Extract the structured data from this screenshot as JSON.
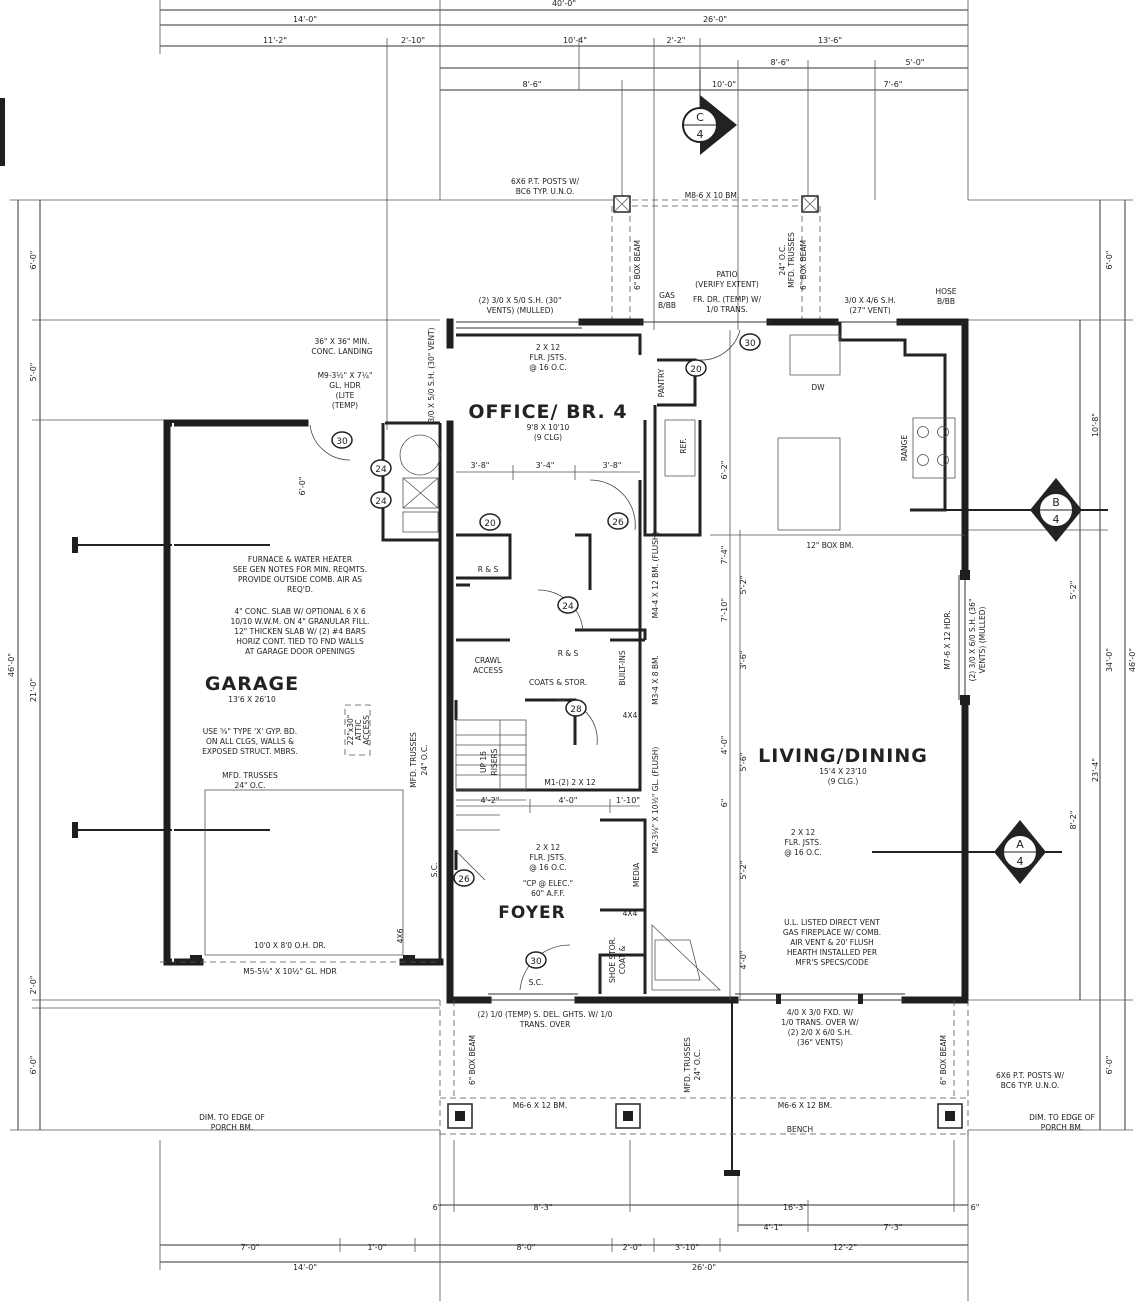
{
  "rooms": {
    "office": "OFFICE/ BR. 4",
    "office_size": "9'8 X 10'10",
    "office_clg": "(9 CLG)",
    "garage": "GARAGE",
    "garage_size": "13'6 X 26'10",
    "living": "LIVING/DINING",
    "living_size": "15'4 X 23'10",
    "living_clg": "(9 CLG.)",
    "foyer": "FOYER"
  },
  "top_dims": {
    "overall": "40'-0\"",
    "left": "14'-0\"",
    "right": "26'-0\"",
    "row2": [
      "11'-2\"",
      "2'-10\"",
      "10'-4\"",
      "2'-2\"",
      "13'-6\""
    ],
    "row3": [
      "8'-6\"",
      "5'-0\""
    ],
    "row4": [
      "8'-6\"",
      "10'-0\"",
      "7'-6\""
    ]
  },
  "bottom_dims": {
    "row1": [
      "6\"",
      "8'-3\"",
      "16'-3\"",
      "6\""
    ],
    "row2": [
      "4'-1\"",
      "7'-3\""
    ],
    "row3": [
      "7'-0\"",
      "1'-0\"",
      "8'-0\"",
      "2'-0\"",
      "3'-10\"",
      "12'-2\""
    ],
    "row4": [
      "14'-0\"",
      "26'-0\""
    ]
  },
  "left_dims": [
    "6'-0\"",
    "5'-0\"",
    "6'-0\"",
    "21'-0\"",
    "2'-0\"",
    "6'-0\"",
    "46'-0\""
  ],
  "right_dims": [
    "6'-0\"",
    "10'-8\"",
    "5'-2\"",
    "8'-2\"",
    "6'-0\"",
    "34'-0\"",
    "23'-4\"",
    "46'-0\""
  ],
  "inner_dims": {
    "office_row": [
      "3'-8\"",
      "3'-4\"",
      "3'-8\""
    ],
    "stair_row": [
      "4'-2\"",
      "4'-0\"",
      "1'-10\""
    ],
    "living_col": [
      "6'-2\"",
      "7'-4\"",
      "5'-2\"",
      "7'-10\"",
      "3'-6\"",
      "4'-0\"",
      "5'-6\"",
      "6\"",
      "5'-2\"",
      "4'-0\""
    ]
  },
  "sections": [
    {
      "letter": "C",
      "sheet": "4"
    },
    {
      "letter": "B",
      "sheet": "4"
    },
    {
      "letter": "A",
      "sheet": "4"
    }
  ],
  "notes": {
    "posts_top": [
      "6X6 P.T. POSTS W/",
      "BC6 TYP. U.N.O."
    ],
    "beam_top": "M8-6 X 10 BM.",
    "box_beam": "6\" BOX BEAM",
    "mfd_trusses": "MFD. TRUSSES",
    "trusses_24": "24\" O.C.",
    "patio": [
      "PATIO",
      "(VERIFY EXTENT)"
    ],
    "patio_door": [
      "FR. DR. (TEMP) W/",
      "1/0 TRANS."
    ],
    "gas": [
      "GAS",
      "B/BB"
    ],
    "hose": [
      "HOSE",
      "B/BB"
    ],
    "window_top_left": [
      "(2) 3/0 X 5/0 S.H. (30\"",
      "VENTS) (MULLED)"
    ],
    "window_top_right": [
      "3/0 X 4/6 S.H.",
      "(27\" VENT)"
    ],
    "landing": [
      "36\" X 36\" MIN.",
      "CONC. LANDING"
    ],
    "landing_hdr": [
      "M9-3½\" X 7¼\"",
      "GL. HDR",
      "(LITE",
      "(TEMP)"
    ],
    "win_30vent": "3/0 X 5/0 S.H. (30\" VENT)",
    "flr_jsts": [
      "2 X 12",
      "FLR. JSTS.",
      "@ 16 O.C."
    ],
    "pantry": "PANTRY",
    "ref": "REF.",
    "dw": "DW",
    "range": "RANGE",
    "box_bm_12": "12\" BOX BM.",
    "furnace": [
      "FURNACE & WATER HEATER",
      "SEE GEN NOTES FOR MIN. REQMTS.",
      "PROVIDE OUTSIDE COMB. AIR AS",
      "REQ'D."
    ],
    "slab": [
      "4\" CONC. SLAB W/ OPTIONAL 6 X 6",
      "10/10 W.W.M. ON 4\" GRANULAR FILL.",
      "12\" THICKEN SLAB W/ (2) #4 BARS",
      "HORIZ CONT. TIED TO FND WALLS",
      "AT GARAGE DOOR OPENINGS"
    ],
    "gypbd": [
      "USE ⅝\" TYPE 'X' GYP. BD.",
      "ON ALL CLGS, WALLS &",
      "EXPOSED STRUCT. MBRS."
    ],
    "garage_trusses": [
      "MFD. TRUSSES",
      "24\" O.C."
    ],
    "attic": [
      "22\"x30\"",
      "ATTIC",
      "ACCESS"
    ],
    "garage_door": "10'0 X 8'0 O.H. DR.",
    "garage_hdr": "M5-5⅛\" X 10½\" GL. HDR",
    "crawl": [
      "CRAWL",
      "ACCESS"
    ],
    "coats": "COATS & STOR.",
    "r_and_s": "R & S",
    "built_ins": "BUILT-INS",
    "m4": "M4-4 X 12 BM. (FLUSH)",
    "m3": "M3-4 X 8 BM.",
    "m1": "M1-(2) 2 X 12",
    "m2": "M2-3⅛\" X 10½\" GL. (FLUSH)",
    "m7": "M7-6 X 12 HDR.",
    "up_risers": [
      "UP 16",
      "RISERS"
    ],
    "living_window": [
      "(2) 3/0 X 6/0 S.H. (36\"",
      "VENTS) (MULLED)"
    ],
    "media": "MEDIA",
    "fireplace": [
      "U.L. LISTED DIRECT VENT",
      "GAS FIREPLACE W/ COMB.",
      "AIR VENT & 20' FLUSH",
      "HEARTH INSTALLED PER",
      "MFR'S SPECS/CODE"
    ],
    "cp": [
      "\"CP @ ELEC.\"",
      "60\" A.F.F."
    ],
    "shoe": [
      "SHOE STOR.",
      "COAT &"
    ],
    "foyer_window": [
      "(2) 1/0 (TEMP) S. DEL. GHTS. W/ 1/0",
      "TRANS. OVER"
    ],
    "front_window": [
      "4/0 X 3/0 FXD. W/",
      "1/0 TRANS. OVER W/",
      "(2) 2/0 X 6/0 S.H.",
      "(36\" VENTS)"
    ],
    "porch_beam": "M6-6 X 12 BM.",
    "bench": "BENCH",
    "dim_edge": [
      "DIM. TO EDGE OF",
      "PORCH BM."
    ],
    "posts_bottom": [
      "6X6 P.T. POSTS W/",
      "BC6 TYP. U.N.O."
    ],
    "sc": "S.C.",
    "r4x6": "4X6",
    "r4x4": "4X4"
  },
  "door_tags": [
    "3⊘",
    "2⊘",
    "2⊘",
    "2⊘",
    "2⊘",
    "2⊘",
    "2⊘",
    "3⊘",
    "2⊘",
    "3⊘",
    "2⊘"
  ],
  "doors": {
    "d24a": "24",
    "d24b": "24",
    "d30a": "30",
    "d30b": "30",
    "d30c": "30",
    "d20a": "20",
    "d26a": "26",
    "d24c": "24",
    "d28": "28",
    "d26b": "26"
  }
}
